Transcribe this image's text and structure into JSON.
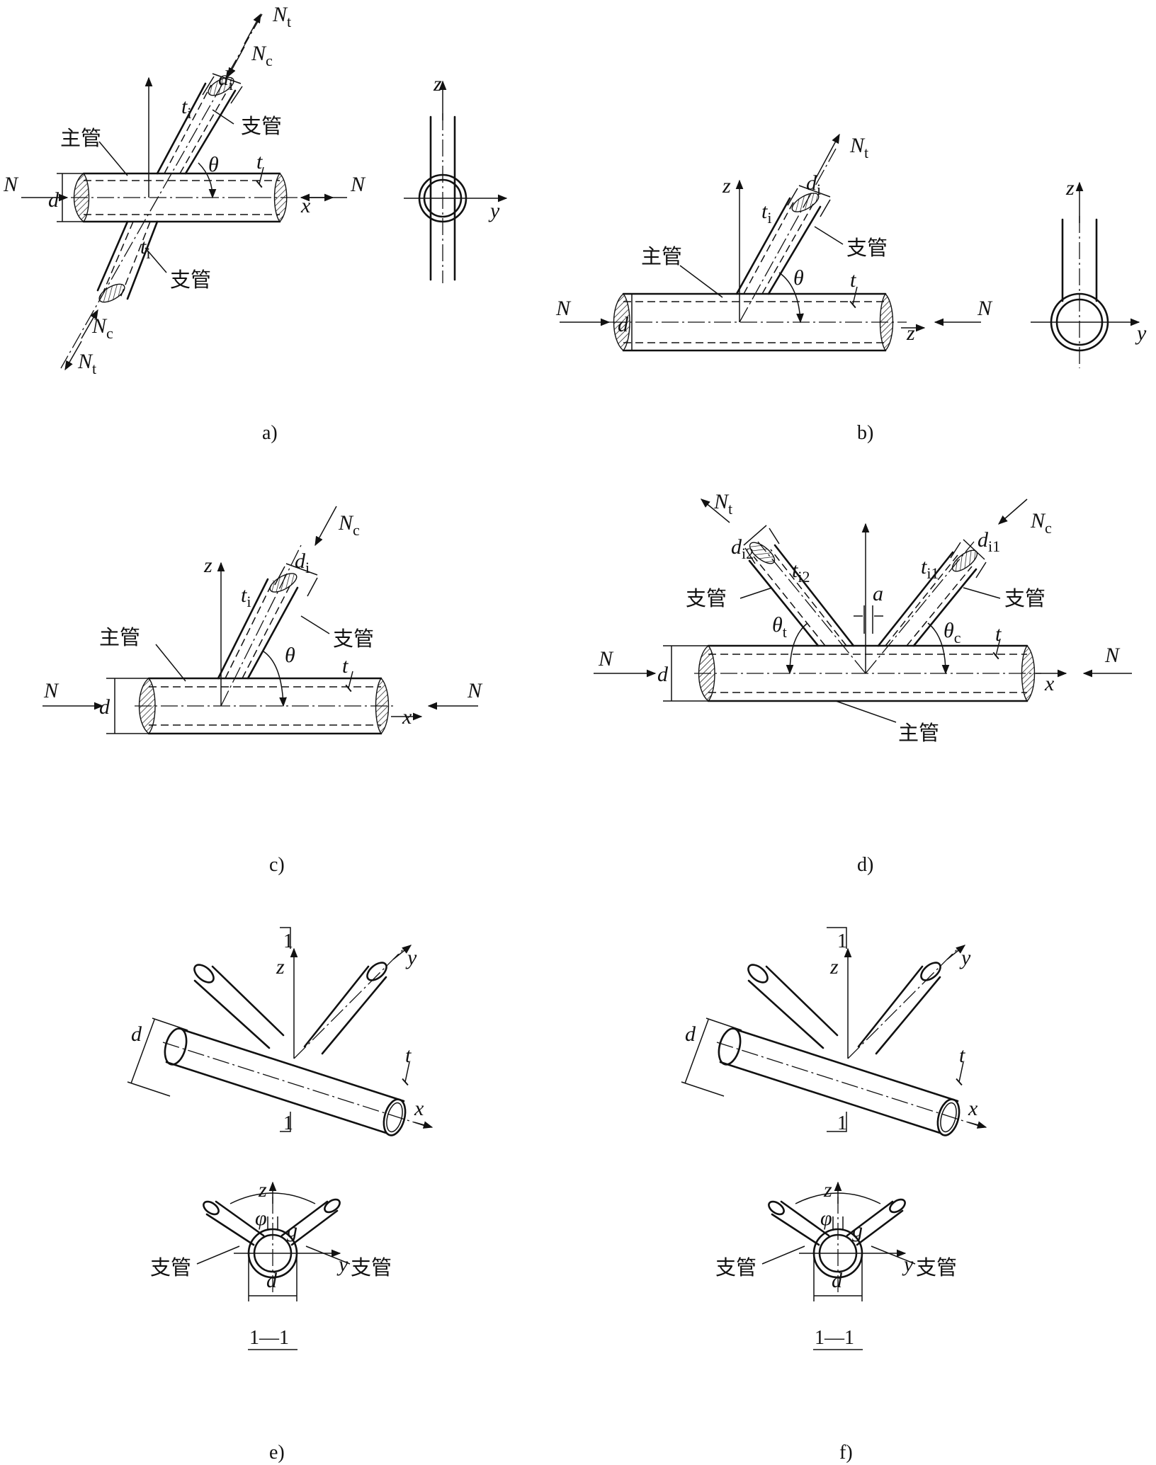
{
  "labels": {
    "main_pipe": "主管",
    "branch_pipe": "支管",
    "N": "N",
    "N_t": "N",
    "t_sub": "t",
    "N_c": "N",
    "c_sub": "c",
    "d": "d",
    "t": "t",
    "d_i": "d",
    "i_sub": "i",
    "t_i": "t",
    "theta": "θ",
    "theta_t": "θ",
    "theta_c": "θ",
    "d_i1": "d",
    "i1_sub": "i1",
    "d_i2": "d",
    "i2_sub": "i2",
    "t_i1": "t",
    "t_i2": "t",
    "a": "a",
    "g": "g",
    "phi": "φ",
    "x": "x",
    "y": "y",
    "z": "z",
    "section_mark": "1",
    "section_title": "1—1"
  },
  "captions": [
    "a)",
    "b)",
    "c)",
    "d)",
    "e)",
    "f)"
  ]
}
